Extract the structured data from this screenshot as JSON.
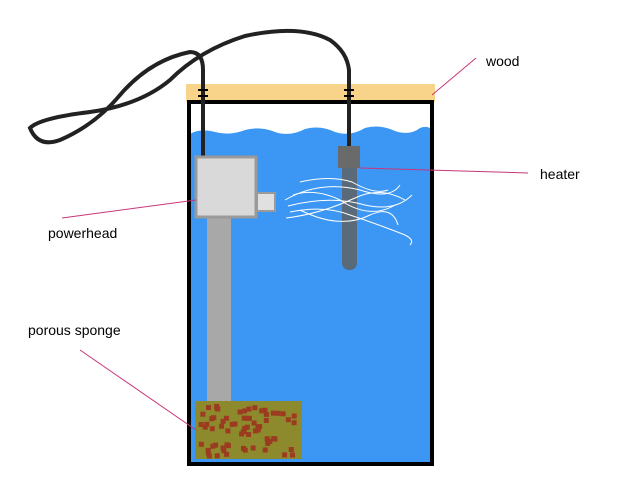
{
  "labels": {
    "wood": "wood",
    "heater": "heater",
    "powerhead": "powerhead",
    "sponge": "porous sponge"
  },
  "colors": {
    "water": "#3b97f3",
    "wood": "#f7d48a",
    "tank_outline": "#000000",
    "powerhead": "#d9d9d9",
    "pipe": "#a8a8a8",
    "heater_body": "#5a6a78",
    "sponge": "#8d8a2e",
    "sponge_dots": "#9b3b1f",
    "leader_lines": "#c8367a",
    "cable": "#222222"
  }
}
